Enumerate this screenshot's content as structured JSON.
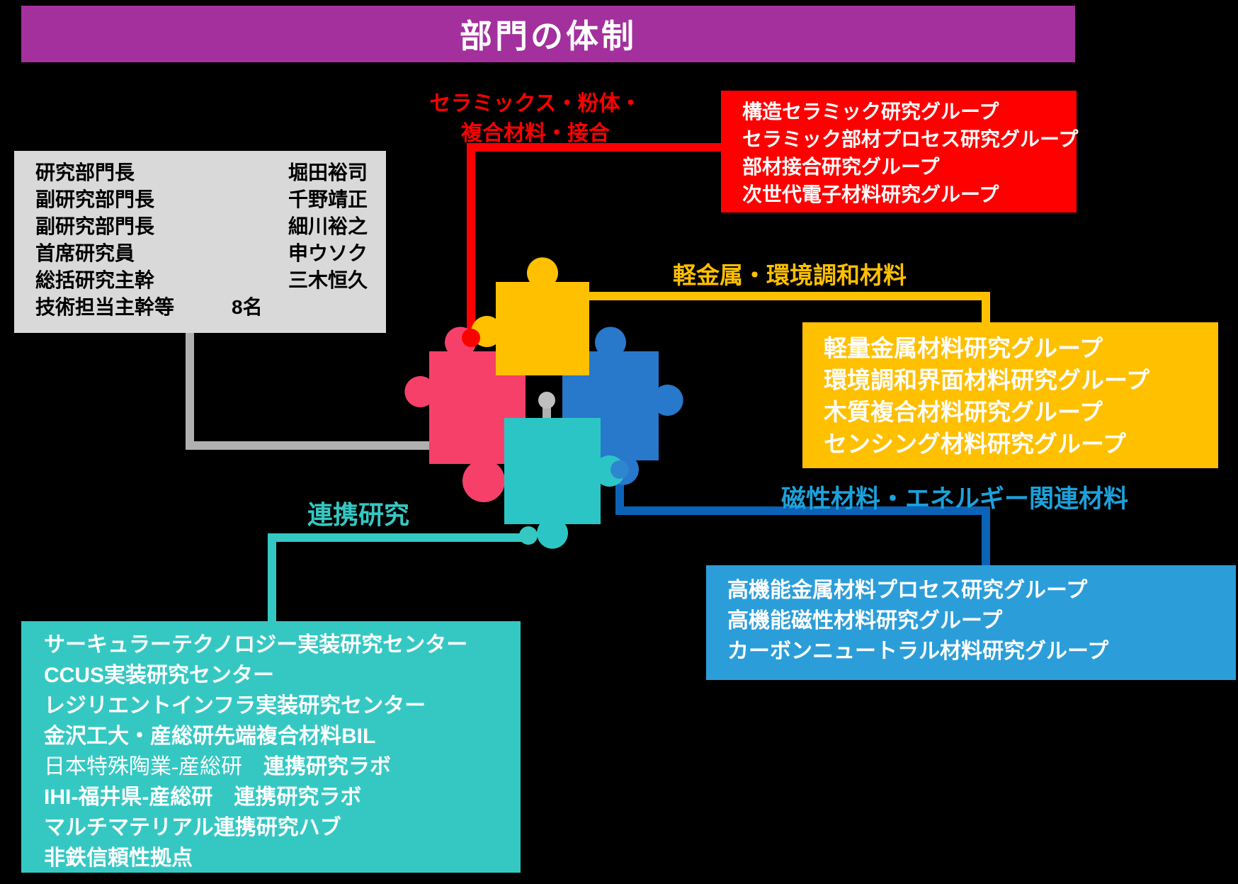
{
  "header": {
    "title": "部門の体制"
  },
  "leadership": {
    "rows": [
      {
        "role": "研究部門長",
        "name": "堀田裕司"
      },
      {
        "role": "副研究部門長",
        "name": "千野靖正"
      },
      {
        "role": "副研究部門長",
        "name": "細川裕之"
      },
      {
        "role": "首席研究員",
        "name": "申ウソク"
      },
      {
        "role": "総括研究主幹",
        "name": "三木恒久"
      },
      {
        "role": "技術担当主幹等",
        "name": "8名"
      }
    ]
  },
  "ceramics": {
    "label_line1": "セラミックス・粉体・",
    "label_line2": "複合材料・接合",
    "items": [
      "構造セラミック研究グループ",
      "セラミック部材プロセス研究グループ",
      "部材接合研究グループ",
      "次世代電子材料研究グループ"
    ]
  },
  "light_metals": {
    "label": "軽金属・環境調和材料",
    "items": [
      "軽量金属材料研究グループ",
      "環境調和界面材料研究グループ",
      "木質複合材料研究グループ",
      "センシング材料研究グループ"
    ]
  },
  "magnetic": {
    "label": "磁性材料・エネルギー関連材料",
    "items": [
      "高機能金属材料プロセス研究グループ",
      "高機能磁性材料研究グループ",
      "カーボンニュートラル材料研究グループ"
    ]
  },
  "collaboration": {
    "label": "連携研究",
    "items_top": [
      "サーキュラーテクノロジー実装研究センター",
      "CCUS実装研究センター",
      "レジリエントインフラ実装研究センター",
      "金沢工大・産総研先端複合材料BIL"
    ],
    "lab_serif": "日本特殊陶業-産総研",
    "lab_bold": "　連携研究ラボ",
    "items_bottom": [
      "IHI-福井県-産総研　連携研究ラボ",
      "マルチマテリアル連携研究ハブ",
      "非鉄信頼性拠点"
    ]
  },
  "colors": {
    "background": "#000000",
    "banner_purple": "#A3309C",
    "red": "#FE0000",
    "yellow": "#FFC000",
    "magnetic_box_blue": "#2B9ED9",
    "magnetic_label_blue": "#1BA2DC",
    "dark_blue_line": "#0B63B8",
    "teal": "#35C8C3",
    "pink_piece": "#F74069",
    "blue_piece": "#2878CB",
    "gray_box": "#D9D9D9",
    "gray_line": "#B0B0B0"
  }
}
